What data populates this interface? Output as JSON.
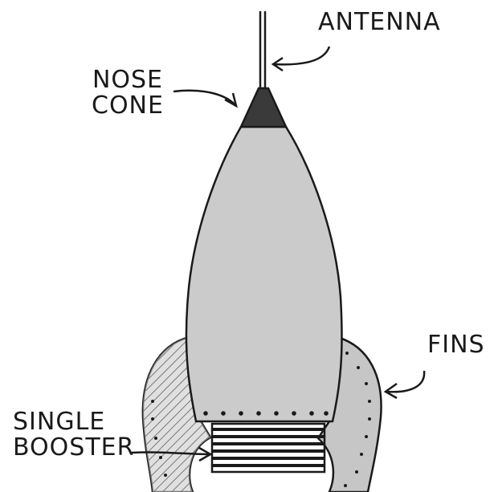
{
  "colors": {
    "ink": "#1a1a1a",
    "body_fill": "#cbcbcb",
    "fin_fill": "#c6c6c6",
    "nose_fill": "#3a3a3a",
    "background": "#ffffff"
  },
  "labels": {
    "antenna": "ANTENNA",
    "nose_cone_line1": "NOSE",
    "nose_cone_line2": "CONE",
    "fins": "FINS",
    "booster_line1": "SINGLE",
    "booster_line2": "BOOSTER"
  }
}
